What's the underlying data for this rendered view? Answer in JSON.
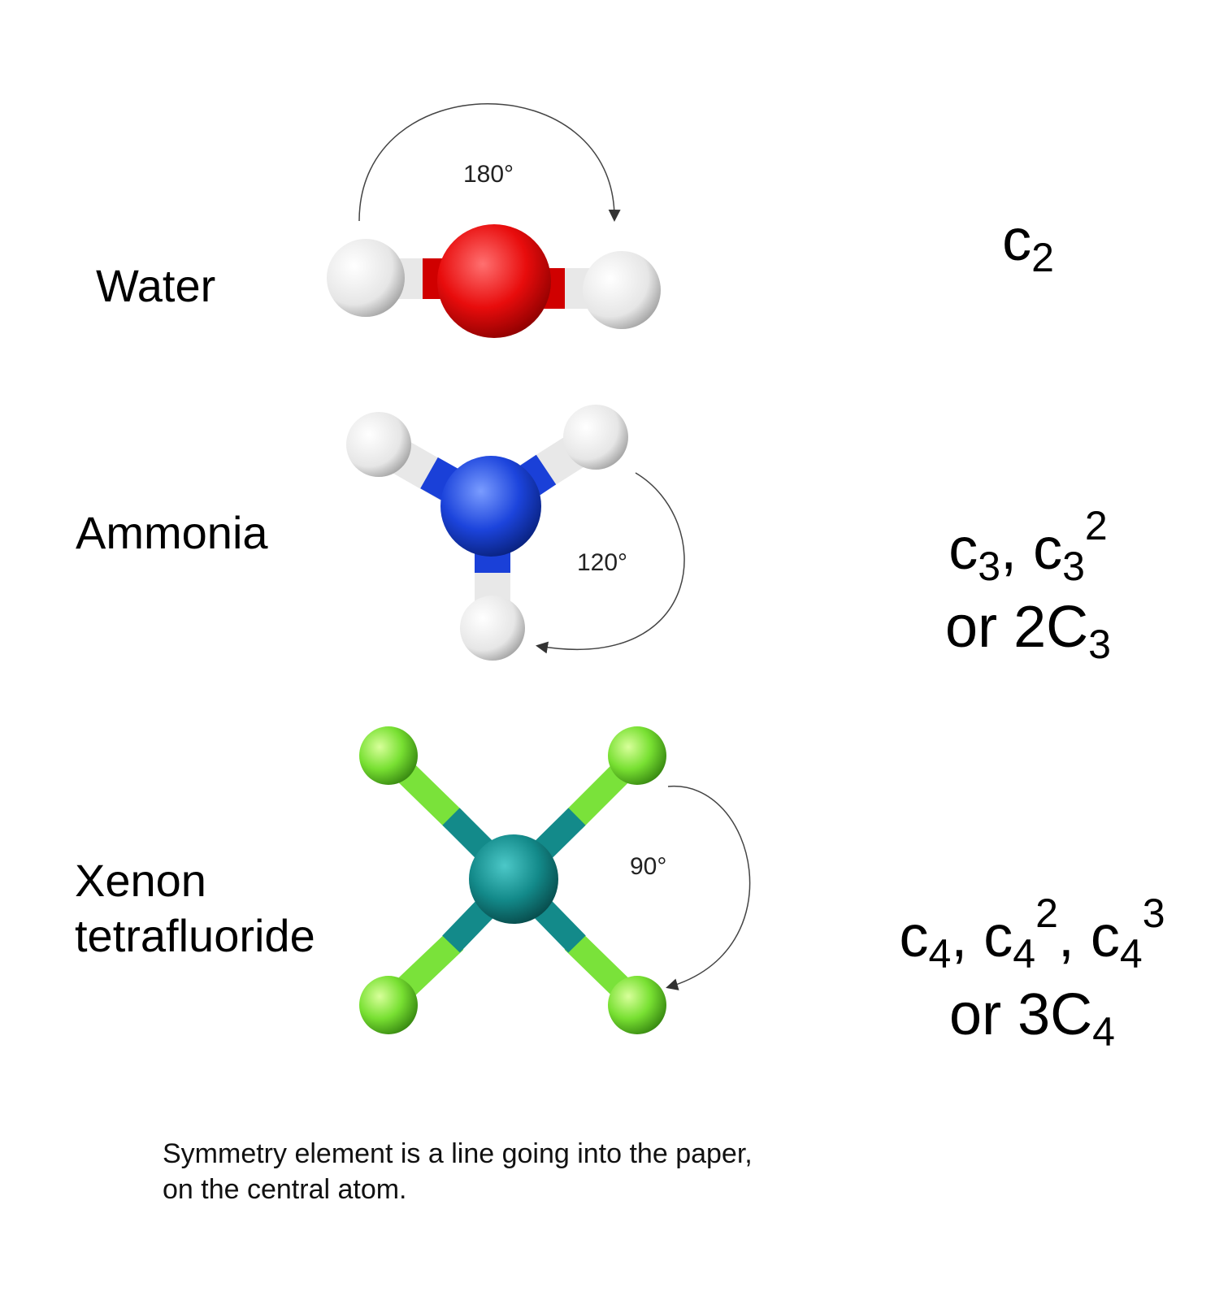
{
  "molecules": [
    {
      "name_lines": [
        "Water"
      ],
      "angle": "180°",
      "symmetry": {
        "line1": [
          [
            "c",
            "2",
            ""
          ]
        ],
        "line2_prefix": "",
        "line2": []
      },
      "colors": {
        "central": "#e01010",
        "ligand": "#f2f2f2"
      }
    },
    {
      "name_lines": [
        "Ammonia"
      ],
      "angle": "120°",
      "symmetry": {
        "line1": [
          [
            "c",
            "3",
            ""
          ],
          [
            "c",
            "3",
            "2"
          ]
        ],
        "line2_prefix": "or 2",
        "line2": [
          [
            "C",
            "3",
            ""
          ]
        ]
      },
      "colors": {
        "central": "#1a40d8",
        "ligand": "#f2f2f2"
      }
    },
    {
      "name_lines": [
        "Xenon",
        "tetrafluoride"
      ],
      "angle": "90°",
      "symmetry": {
        "line1": [
          [
            "c",
            "4",
            ""
          ],
          [
            "c",
            "4",
            "2"
          ],
          [
            "c",
            "4",
            "3"
          ]
        ],
        "line2_prefix": "or 3",
        "line2": [
          [
            "C",
            "4",
            ""
          ]
        ]
      },
      "colors": {
        "central": "#138a8a",
        "ligand": "#7ae23a"
      }
    }
  ],
  "caption_lines": [
    "Symmetry element is a line going into the paper,",
    "on the central atom."
  ]
}
